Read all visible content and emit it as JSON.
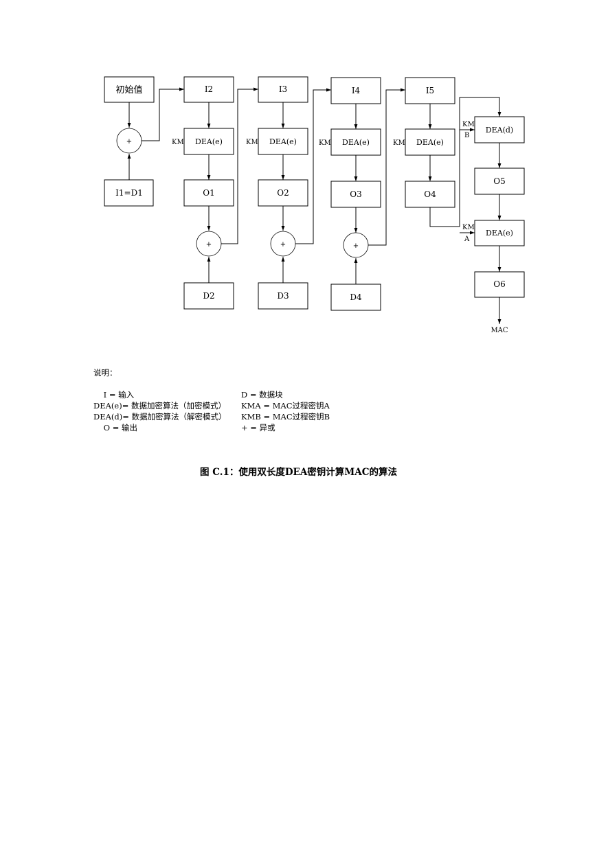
{
  "diagram": {
    "boxes": {
      "init": "初始值",
      "i1d1": "I1=D1",
      "i2": "I2",
      "i3": "I3",
      "i4": "I4",
      "i5": "I5",
      "dea_e_1": "DEA(e)",
      "dea_e_2": "DEA(e)",
      "dea_e_3": "DEA(e)",
      "dea_e_4": "DEA(e)",
      "o1": "O1",
      "o2": "O2",
      "o3": "O3",
      "o4": "O4",
      "d2": "D2",
      "d3": "D3",
      "d4": "D4",
      "dea_d": "DEA(d)",
      "o5": "O5",
      "dea_e_5": "DEA(e)",
      "o6": "O6"
    },
    "xor_symbol": "+",
    "key_labels": {
      "kma_1": "KMA",
      "kma_2": "KMA",
      "kma_3": "KMA",
      "kma_4": "KMA",
      "kmb_line1": "KM",
      "kmb_line2": "B",
      "kma_final_line1": "KM",
      "kma_final_line2": "A"
    },
    "output": "MAC"
  },
  "legend": {
    "title": "说明：",
    "rows": [
      {
        "left": "    I = 输入",
        "right": "D = 数据块"
      },
      {
        "left": "DEA(e)= 数据加密算法（加密模式）",
        "right": "KMA = MAC过程密钥A"
      },
      {
        "left": "DEA(d)= 数据加密算法（解密模式）",
        "right": "KMB = MAC过程密钥B"
      },
      {
        "left": "    O = 输出",
        "right": "+ = 异或"
      }
    ]
  },
  "caption": "图 C.1：使用双长度DEA密钥计算MAC的算法"
}
